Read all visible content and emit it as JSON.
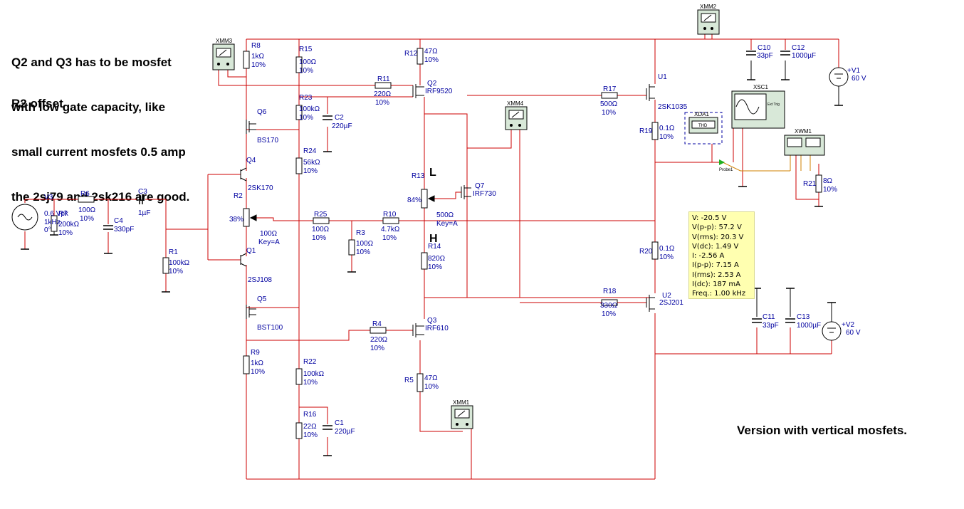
{
  "notes": {
    "line1": "Q2 and Q3 has to be mosfet",
    "line2": "with low gate capacity, like",
    "line3": "small current mosfets 0.5 amp",
    "line4": "the 2sj79 and 2sk216 are good.",
    "line5": "R2 offset",
    "version": "Version with vertical mosfets."
  },
  "markers": {
    "L": "L",
    "H": "H"
  },
  "components": {
    "V3": {
      "name": "V3",
      "v1": "0.6 Vpk",
      "v2": "1kHz",
      "v3": "0°"
    },
    "R6": {
      "name": "R6",
      "value": "100Ω",
      "tol": "10%"
    },
    "R7": {
      "name": "R7",
      "value": "200kΩ",
      "tol": "10%"
    },
    "C3": {
      "name": "C3",
      "value": "1µF"
    },
    "C4": {
      "name": "C4",
      "value": "330pF"
    },
    "R1": {
      "name": "R1",
      "value": "100kΩ",
      "tol": "10%"
    },
    "R8": {
      "name": "R8",
      "value": "1kΩ",
      "tol": "10%"
    },
    "R15": {
      "name": "R15",
      "value": "100Ω",
      "tol": "10%"
    },
    "R23": {
      "name": "R23",
      "value": "100kΩ",
      "tol": "10%"
    },
    "C2": {
      "name": "C2",
      "value": "220µF"
    },
    "Q6": {
      "name": "Q6",
      "part": "BS170"
    },
    "R24": {
      "name": "R24",
      "value": "56kΩ",
      "tol": "10%"
    },
    "Q4": {
      "name": "Q4",
      "part": "2SK170"
    },
    "R2": {
      "name": "R2",
      "pct": "38%",
      "value": "100Ω",
      "key": "Key=A"
    },
    "Q1": {
      "name": "Q1",
      "part": "2SJ108"
    },
    "Q5": {
      "name": "Q5",
      "part": "BST100"
    },
    "R9": {
      "name": "R9",
      "value": "1kΩ",
      "tol": "10%"
    },
    "R22": {
      "name": "R22",
      "value": "100kΩ",
      "tol": "10%"
    },
    "R16": {
      "name": "R16",
      "value": "22Ω",
      "tol": "10%"
    },
    "C1": {
      "name": "C1",
      "value": "220µF"
    },
    "R25": {
      "name": "R25",
      "value": "100Ω",
      "tol": "10%"
    },
    "R3": {
      "name": "R3",
      "value": "100Ω",
      "tol": "10%"
    },
    "R10": {
      "name": "R10",
      "value": "4.7kΩ",
      "tol": "10%"
    },
    "R4": {
      "name": "R4",
      "value": "220Ω",
      "tol": "10%"
    },
    "R12": {
      "name": "R12",
      "value": "47Ω",
      "tol": "10%"
    },
    "R11": {
      "name": "R11",
      "value": "220Ω",
      "tol": "10%"
    },
    "Q2": {
      "name": "Q2",
      "part": "IRF9520"
    },
    "R13": {
      "name": "R13",
      "pct": "84%",
      "value": "500Ω",
      "key": "Key=A"
    },
    "Q7": {
      "name": "Q7",
      "part": "IRF730"
    },
    "R14": {
      "name": "R14",
      "value": "820Ω",
      "tol": "10%"
    },
    "Q3": {
      "name": "Q3",
      "part": "IRF610"
    },
    "R5": {
      "name": "R5",
      "value": "47Ω",
      "tol": "10%"
    },
    "R17": {
      "name": "R17",
      "value": "500Ω",
      "tol": "10%"
    },
    "R18": {
      "name": "R18",
      "value": "330Ω",
      "tol": "10%"
    },
    "U1": {
      "name": "U1",
      "part": "2SK1035"
    },
    "U2": {
      "name": "U2",
      "part": "2SJ201"
    },
    "R19": {
      "name": "R19",
      "value": "0.1Ω",
      "tol": "10%"
    },
    "R20": {
      "name": "R20",
      "value": "0.1Ω",
      "tol": "10%"
    },
    "R21": {
      "name": "R21",
      "value": "8Ω",
      "tol": "10%"
    },
    "C10": {
      "name": "C10",
      "value": "33pF"
    },
    "C12": {
      "name": "C12",
      "value": "1000µF"
    },
    "C11": {
      "name": "C11",
      "value": "33pF"
    },
    "C13": {
      "name": "C13",
      "value": "1000µF"
    },
    "V1": {
      "name": "+V1",
      "value": "60 V"
    },
    "V2": {
      "name": "+V2",
      "value": "60 V"
    }
  },
  "instruments": {
    "XMM1": "XMM1",
    "XMM2": "XMM2",
    "XMM3": "XMM3",
    "XMM4": "XMM4",
    "XSC1": "XSC1",
    "XDA1": "XDA1",
    "XDA1_screen": "THD",
    "XWM1": "XWM1",
    "probe_name": "Probe1",
    "ext_trig": "Ext Trig"
  },
  "probe": {
    "lines": [
      "V: -20.5 V",
      "V(p-p): 57.2 V",
      "V(rms): 20.3 V",
      "V(dc): 1.49 V",
      "I: -2.56 A",
      "I(p-p): 7.15 A",
      "I(rms): 2.53 A",
      "I(dc): 187 mA",
      "Freq.: 1.00 kHz"
    ]
  },
  "colors": {
    "wire": "#cc0000",
    "label": "#0000a0",
    "component": "#000000",
    "instrument": "#d8e8d8",
    "probe_bg": "#ffffb0"
  }
}
